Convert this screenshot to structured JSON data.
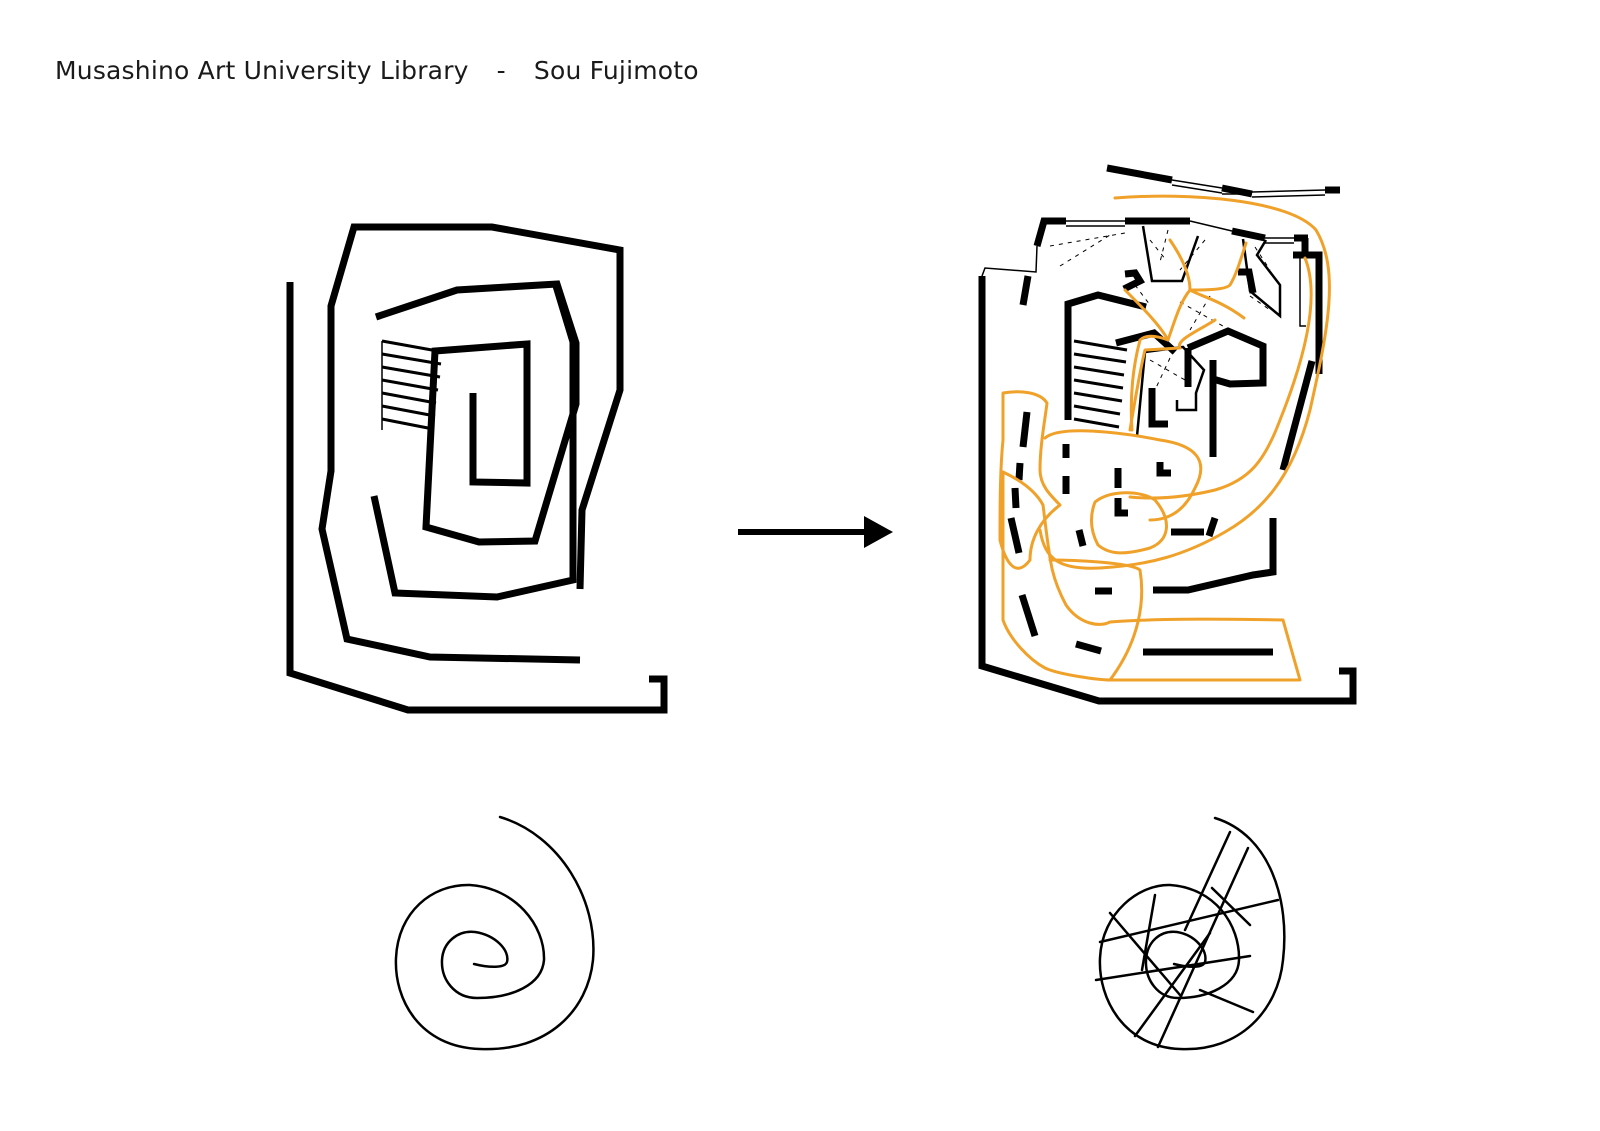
{
  "header": {
    "title": "Musashino Art University Library",
    "separator": "-",
    "author": "Sou Fujimoto"
  },
  "colors": {
    "ink": "#000000",
    "circulation": "#f0a12a",
    "background": "#ffffff"
  },
  "panels": [
    {
      "name": "spiral-plan-concept",
      "style": "solid-walls"
    },
    {
      "name": "fragmented-plan",
      "style": "broken-walls-with-circulation-paths"
    },
    {
      "name": "spiral-line-sketch",
      "style": "line"
    },
    {
      "name": "spiral-with-crossing-lines-sketch",
      "style": "line"
    }
  ],
  "arrow": {
    "direction": "right"
  }
}
